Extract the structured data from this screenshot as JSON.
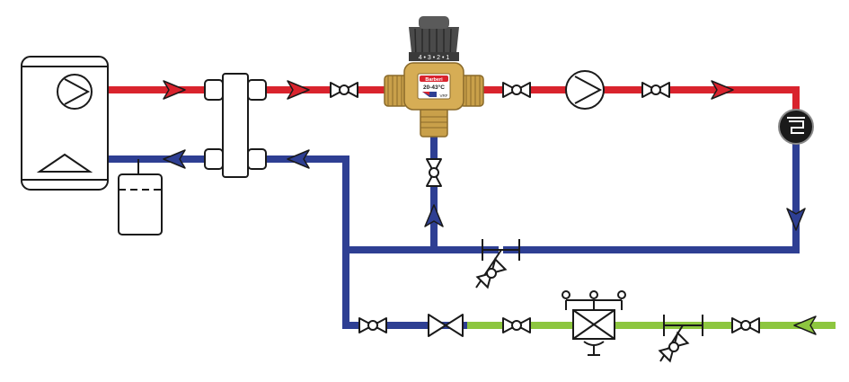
{
  "colors": {
    "supply": "#d9232d",
    "return": "#2e3f93",
    "cold_water": "#8dc63f",
    "outline": "#1a1a1a",
    "brass": "#c9a04a",
    "brass_dark": "#8a6a2a",
    "knob": "#4a4a4a"
  },
  "valve": {
    "brand": "Barberi",
    "range": "20-43°C",
    "scale": "4 • 3 • 2 • 1",
    "model": "VRF"
  },
  "icons": [
    "boiler-icon",
    "circulation-pump-icon",
    "expansion-tank-icon",
    "hydraulic-separator-icon",
    "ball-valve-icon",
    "thermostatic-mixing-valve-icon",
    "heat-exchanger-icon",
    "check-valve-icon",
    "pressure-reducer-icon",
    "drain-valve-icon",
    "flow-arrow-icon"
  ]
}
